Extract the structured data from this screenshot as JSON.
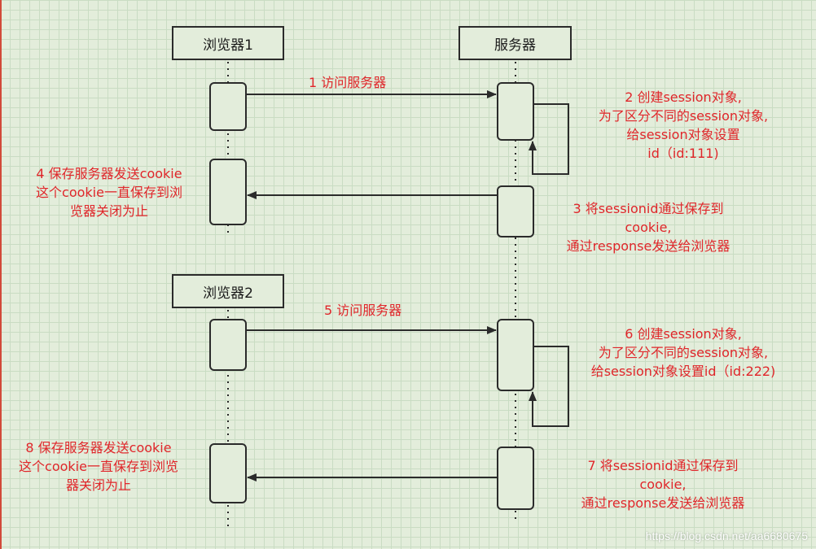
{
  "participants": {
    "browser1": "浏览器1",
    "server": "服务器",
    "browser2": "浏览器2"
  },
  "steps": {
    "s1": [
      "1 访问服务器"
    ],
    "s2": [
      "2 创建session对象,",
      "为了区分不同的session对象,",
      "给session对象设置",
      "id（id:111)"
    ],
    "s3": [
      "3 将sessionid通过保存到",
      "cookie,",
      "通过response发送给浏览器"
    ],
    "s4": [
      "4 保存服务器发送cookie",
      "这个cookie一直保存到浏",
      "览器关闭为止"
    ],
    "s5": [
      "5 访问服务器"
    ],
    "s6": [
      "6 创建session对象,",
      "为了区分不同的session对象,",
      "给session对象设置id（id:222)"
    ],
    "s7": [
      "7 将sessionid通过保存到",
      "cookie,",
      "通过response发送给浏览器"
    ],
    "s8": [
      "8 保存服务器发送cookie",
      "这个cookie一直保存到浏览",
      "器关闭为止"
    ]
  },
  "watermark": "https://blog.csdn.net/aa6680675",
  "colors": {
    "label": "#e0262a",
    "line": "#2b2b2b",
    "background": "#e3eddb",
    "grid": "#c9dcc3",
    "edge": "#d24a3a"
  }
}
